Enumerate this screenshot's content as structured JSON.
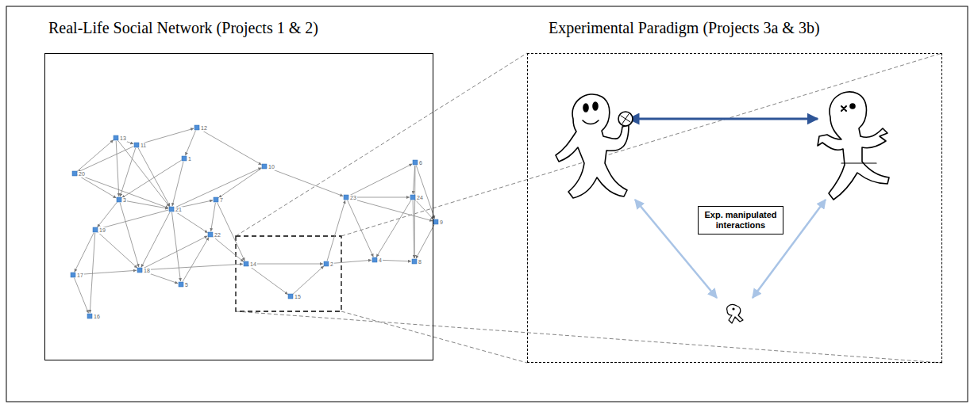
{
  "diagram": {
    "nodes": [
      {
        "text": [
          "Real-Life Social Network (Projects 1 & 2)"
        ]
      },
      {
        "text": [
          "Experimental Paradigm (Projects 3a & 3b)"
        ]
      },
      {
        "text": [
          "Exp. manipulated interactions"
        ],
        "in": 1
      }
    ],
    "labels": [
      "13",
      "11",
      "12",
      "1",
      "20",
      "10",
      "3",
      "21",
      "7",
      "19",
      "22",
      "17",
      "18",
      "5",
      "16",
      "14",
      "15",
      "2",
      "23",
      "6",
      "24",
      "9",
      "4",
      "8"
    ]
  }
}
